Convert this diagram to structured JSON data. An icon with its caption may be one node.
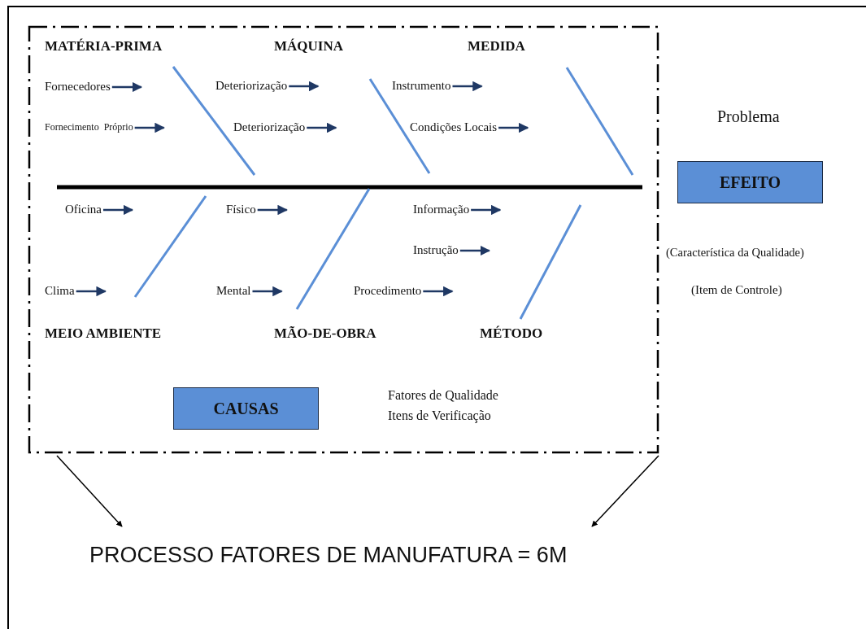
{
  "diagram": {
    "nodes": [
      {
        "text": [],
        "shape": "box"
      },
      {
        "text": [
          "Fornecedores"
        ],
        "in": 0
      },
      {
        "text": [
          "Fornecimento  Próprio"
        ],
        "in": 0
      },
      {
        "text": [
          "Deteriorização"
        ],
        "in": 0
      },
      {
        "text": [
          "Deteriorização"
        ],
        "in": 0
      },
      {
        "text": [
          "Instrumento"
        ],
        "in": 0
      },
      {
        "text": [
          "Condições Locais"
        ],
        "in": 0
      },
      {
        "text": [
          "Oficina"
        ],
        "in": 0
      },
      {
        "text": [
          "Físico"
        ],
        "in": 0
      },
      {
        "text": [
          "Informação"
        ],
        "in": 0
      },
      {
        "text": [
          "Instrução"
        ],
        "in": 0
      },
      {
        "text": [
          "Clima"
        ],
        "in": 0
      },
      {
        "text": [
          "Mental"
        ],
        "in": 0
      },
      {
        "text": [
          "Procedimento"
        ],
        "in": 0
      },
      {
        "text": [
          "CAUSAS"
        ],
        "in": 0
      },
      {
        "text": [
          "EFEITO"
        ]
      },
      {
        "text": [
          "PROCESSO FATORES DE MANUFATURA = 6M"
        ]
      }
    ],
    "edges": [
      {
        "from": 1,
        "to": null,
        "arrow": "to"
      },
      {
        "from": 2,
        "to": null,
        "arrow": "to"
      },
      {
        "from": 3,
        "to": null,
        "arrow": "to"
      },
      {
        "from": 4,
        "to": null,
        "arrow": "to"
      },
      {
        "from": 5,
        "to": null,
        "arrow": "to"
      },
      {
        "from": 6,
        "to": null,
        "arrow": "to"
      },
      {
        "from": 7,
        "to": null,
        "arrow": "to"
      },
      {
        "from": 8,
        "to": null,
        "arrow": "to"
      },
      {
        "from": 9,
        "to": null,
        "arrow": "to"
      },
      {
        "from": 10,
        "to": null,
        "arrow": "to"
      },
      {
        "from": 11,
        "to": null,
        "arrow": "to"
      },
      {
        "from": 12,
        "to": null,
        "arrow": "to"
      },
      {
        "from": 13,
        "to": null,
        "arrow": "to"
      },
      {
        "from": 0,
        "to": 16,
        "arrow": "to",
        "color": "#000000"
      },
      {
        "from": 0,
        "to": 16,
        "arrow": "to",
        "color": "#000000"
      }
    ],
    "labels": [
      "MATÉRIA-PRIMA",
      "MÁQUINA",
      "MEDIDA",
      "Problema",
      "(Característica da Qualidade)",
      "(Item de Controle)",
      "MEIO AMBIENTE",
      "MÃO-DE-OBRA",
      "MÉTODO",
      "Fatores de Qualidade",
      "Itens de Verificação"
    ]
  }
}
